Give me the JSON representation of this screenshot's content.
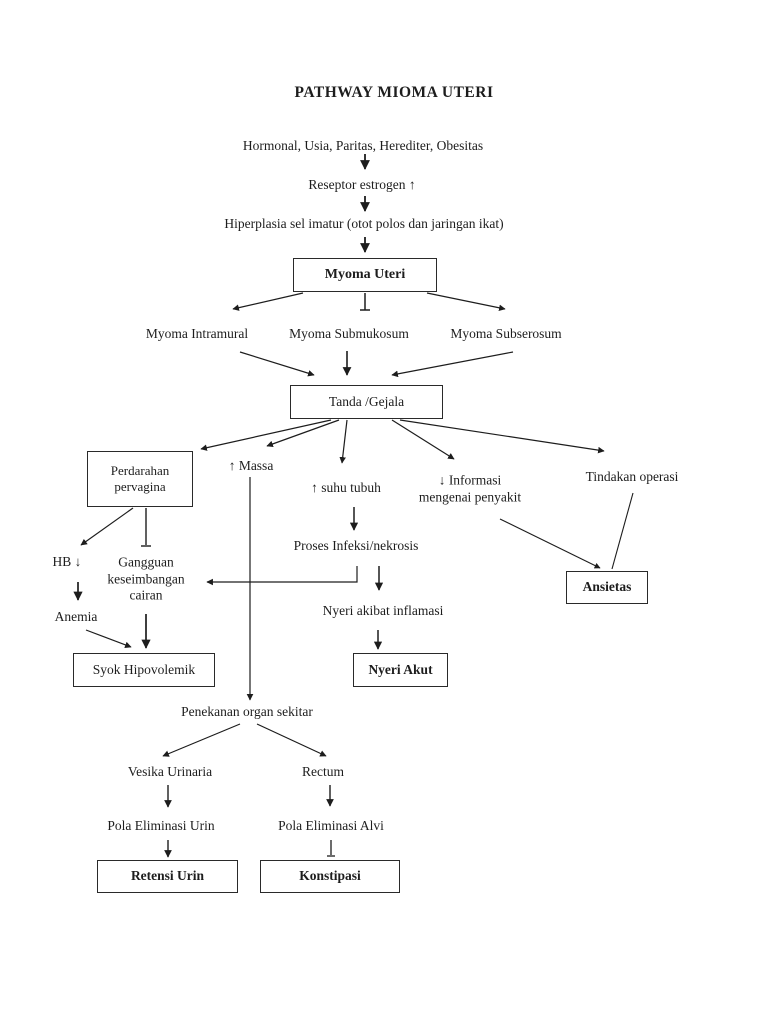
{
  "page": {
    "background": "#ffffff",
    "ink": "#1d1d1d"
  },
  "title": "PATHWAY MIOMA UTERI",
  "flow": {
    "hormonal": "Hormonal, Usia, Paritas, Herediter, Obesitas",
    "reseptor": "Reseptor estrogen ↑",
    "hiperplasia": "Hiperplasia sel imatur (otot polos dan jaringan ikat)",
    "myoma_uteri": "Myoma Uteri",
    "myoma_intramural": "Myoma Intramural",
    "myoma_submukosum": "Myoma Submukosum",
    "myoma_subserosum": "Myoma Subserosum",
    "tanda_gejala": "Tanda /Gejala",
    "perdarahan": {
      "line1": "Perdarahan",
      "line2": "pervagina"
    },
    "massa": "↑ Massa",
    "suhu": "↑ suhu tubuh",
    "informasi": {
      "line1": "↓ Informasi",
      "line2": "mengenai penyakit"
    },
    "tindakan": "Tindakan operasi",
    "hb": "HB ↓",
    "gangguan": {
      "line1": "Gangguan",
      "line2": "keseimbangan",
      "line3": "cairan"
    },
    "anemia": "Anemia",
    "syok": "Syok Hipovolemik",
    "proses": "Proses Infeksi/nekrosis",
    "nyeri_inflamasi": "Nyeri akibat inflamasi",
    "nyeri_akut": "Nyeri Akut",
    "ansietas": "Ansietas",
    "penekanan": "Penekanan organ sekitar",
    "vesika": "Vesika Urinaria",
    "rectum": "Rectum",
    "pola_urin": "Pola Eliminasi Urin",
    "pola_alvi": "Pola Eliminasi Alvi",
    "retensi": "Retensi Urin",
    "konstipasi": "Konstipasi"
  }
}
